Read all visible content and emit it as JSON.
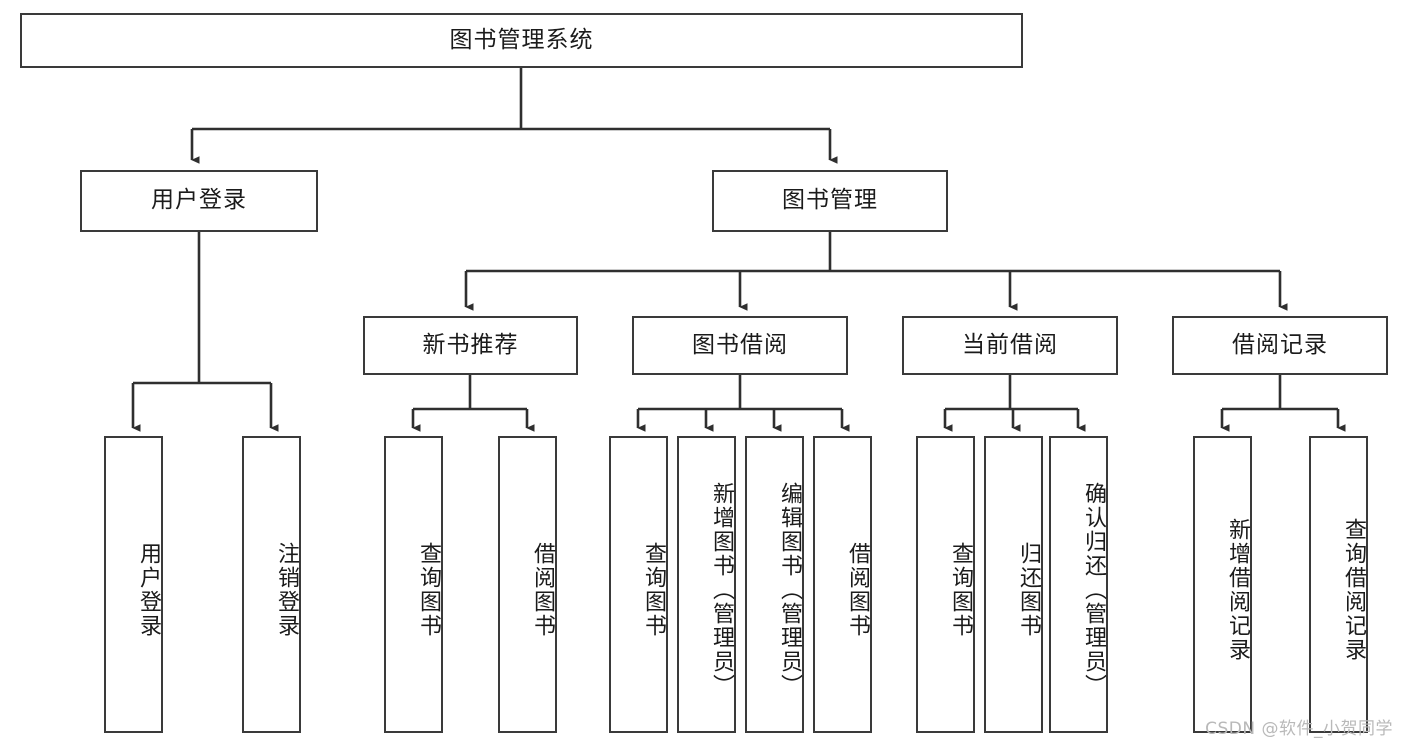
{
  "diagram": {
    "title": "图书管理系统",
    "type": "hierarchy-tree",
    "root": {
      "id": "root",
      "label": "图书管理系统",
      "orientation": "horizontal"
    },
    "level2": [
      {
        "id": "user-login",
        "label": "用户登录",
        "orientation": "horizontal"
      },
      {
        "id": "book-management",
        "label": "图书管理",
        "orientation": "horizontal"
      }
    ],
    "level3": [
      {
        "id": "new-book-recommend",
        "label": "新书推荐",
        "orientation": "horizontal",
        "parent": "book-management"
      },
      {
        "id": "book-borrow",
        "label": "图书借阅",
        "orientation": "horizontal",
        "parent": "book-management"
      },
      {
        "id": "current-borrow",
        "label": "当前借阅",
        "orientation": "horizontal",
        "parent": "book-management"
      },
      {
        "id": "borrow-record",
        "label": "借阅记录",
        "orientation": "horizontal",
        "parent": "book-management"
      }
    ],
    "leaves": [
      {
        "id": "leaf-user-login",
        "label": "用户登录",
        "orientation": "vertical",
        "parent": "user-login"
      },
      {
        "id": "leaf-user-logout",
        "label": "注销登录",
        "orientation": "vertical",
        "parent": "user-login"
      },
      {
        "id": "leaf-query-book-1",
        "label": "查询图书",
        "orientation": "vertical",
        "parent": "new-book-recommend"
      },
      {
        "id": "leaf-borrow-book-1",
        "label": "借阅图书",
        "orientation": "vertical",
        "parent": "new-book-recommend"
      },
      {
        "id": "leaf-query-book-2",
        "label": "查询图书",
        "orientation": "vertical",
        "parent": "book-borrow"
      },
      {
        "id": "leaf-add-book",
        "label": "新增图书（管理员）",
        "orientation": "vertical",
        "parent": "book-borrow"
      },
      {
        "id": "leaf-edit-book",
        "label": "编辑图书（管理员）",
        "orientation": "vertical",
        "parent": "book-borrow"
      },
      {
        "id": "leaf-borrow-book-2",
        "label": "借阅图书",
        "orientation": "vertical",
        "parent": "book-borrow"
      },
      {
        "id": "leaf-query-book-3",
        "label": "查询图书",
        "orientation": "vertical",
        "parent": "current-borrow"
      },
      {
        "id": "leaf-return-book",
        "label": "归还图书",
        "orientation": "vertical",
        "parent": "current-borrow"
      },
      {
        "id": "leaf-confirm-return",
        "label": "确认归还（管理员）",
        "orientation": "vertical",
        "parent": "current-borrow"
      },
      {
        "id": "leaf-add-record",
        "label": "新增借阅记录",
        "orientation": "vertical",
        "parent": "borrow-record"
      },
      {
        "id": "leaf-query-record",
        "label": "查询借阅记录",
        "orientation": "vertical",
        "parent": "borrow-record"
      }
    ],
    "colors": {
      "box_border": "#3a3a3a",
      "box_fill": "#ffffff",
      "connector": "#2f2f2f",
      "text": "#1b1b1b",
      "watermark": "#b9b9b9"
    }
  },
  "watermark": {
    "text": "CSDN @软件_小贺同学"
  }
}
